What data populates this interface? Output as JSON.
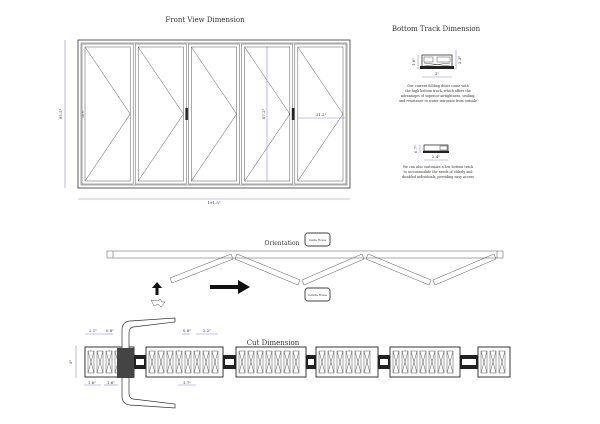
{
  "front_view": {
    "title": "Front View Dimension",
    "overall_height": "95.5\"",
    "overall_width": "191.5\"",
    "panel_height": "87.2\"",
    "panel_width": "31.2\"",
    "handle_height": "39.5\""
  },
  "bottom_track": {
    "title": "Bottom Track Dimension",
    "high_track": {
      "height_left": "1.6\"",
      "height_right": "2.3\"",
      "width": "3\"",
      "description": [
        "Our current folding doors come with",
        "the high bottom track, which offers the",
        "advantages of superior airtightness, sealing,",
        "and resistance to water intrusion from outside"
      ]
    },
    "low_track": {
      "height": "0.7\"",
      "width": "2.4\"",
      "description": [
        "We can also customize a low bottom track",
        "to accommodate the needs of elderly and",
        "disabled individuals, providing easy access"
      ]
    }
  },
  "orientation": {
    "title": "Orientation",
    "inside_label": "Inside House",
    "outside_label": "Outside House"
  },
  "cut": {
    "title": "Cut Dimension",
    "dims": [
      "2.1\"",
      "0.8\"",
      "0.8\"",
      "2.2\"",
      "3\"",
      "1.6\"",
      "1.6\"",
      "1.7\""
    ]
  }
}
